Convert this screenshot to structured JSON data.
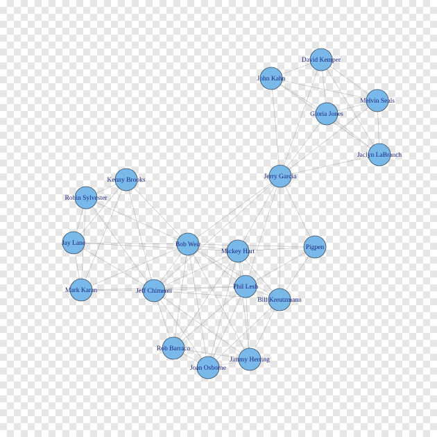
{
  "colors": {
    "node_fill": "#79b9ea",
    "label": "#1a237e",
    "edge": "#9a9a9a"
  },
  "nodes": [
    {
      "id": "david",
      "label": "David Kemper"
    },
    {
      "id": "kahn",
      "label": "John Kahn"
    },
    {
      "id": "seals",
      "label": "Melvin Seals"
    },
    {
      "id": "gloria",
      "label": "Gloria Jones"
    },
    {
      "id": "jaclyn",
      "label": "Jaclyn LaBranch"
    },
    {
      "id": "jerry",
      "label": "Jerry Garcia"
    },
    {
      "id": "kenny",
      "label": "Kenny Brooks"
    },
    {
      "id": "robin",
      "label": "Robin Sylvester"
    },
    {
      "id": "jay",
      "label": "Jay Lane"
    },
    {
      "id": "bobweir",
      "label": "Bob Weir"
    },
    {
      "id": "mickey",
      "label": "Mickey Hart"
    },
    {
      "id": "pigpen",
      "label": "Pigpen"
    },
    {
      "id": "karan",
      "label": "Mark Karan"
    },
    {
      "id": "chimenti",
      "label": "Jeff Chimenti"
    },
    {
      "id": "phil",
      "label": "Phil Lesh"
    },
    {
      "id": "billk",
      "label": "Bill Kreutzmann"
    },
    {
      "id": "barraco",
      "label": "Rob Barraco"
    },
    {
      "id": "herring",
      "label": "Jimmy Herring"
    },
    {
      "id": "osborne",
      "label": "Joan Osborne"
    }
  ],
  "edges": [
    [
      "david",
      "kahn"
    ],
    [
      "david",
      "seals"
    ],
    [
      "david",
      "gloria"
    ],
    [
      "david",
      "jaclyn"
    ],
    [
      "david",
      "jerry"
    ],
    [
      "kahn",
      "seals"
    ],
    [
      "kahn",
      "gloria"
    ],
    [
      "kahn",
      "jerry"
    ],
    [
      "kahn",
      "jaclyn"
    ],
    [
      "seals",
      "gloria"
    ],
    [
      "seals",
      "jaclyn"
    ],
    [
      "seals",
      "jerry"
    ],
    [
      "gloria",
      "jaclyn"
    ],
    [
      "gloria",
      "jerry"
    ],
    [
      "jaclyn",
      "jerry"
    ],
    [
      "jerry",
      "bobweir"
    ],
    [
      "jerry",
      "mickey"
    ],
    [
      "jerry",
      "phil"
    ],
    [
      "jerry",
      "billk"
    ],
    [
      "jerry",
      "pigpen"
    ],
    [
      "jerry",
      "chimenti"
    ],
    [
      "kenny",
      "robin"
    ],
    [
      "kenny",
      "jay"
    ],
    [
      "kenny",
      "karan"
    ],
    [
      "kenny",
      "bobweir"
    ],
    [
      "kenny",
      "chimenti"
    ],
    [
      "robin",
      "jay"
    ],
    [
      "robin",
      "karan"
    ],
    [
      "robin",
      "bobweir"
    ],
    [
      "robin",
      "chimenti"
    ],
    [
      "jay",
      "karan"
    ],
    [
      "jay",
      "bobweir"
    ],
    [
      "jay",
      "chimenti"
    ],
    [
      "jay",
      "mickey"
    ],
    [
      "karan",
      "bobweir"
    ],
    [
      "karan",
      "chimenti"
    ],
    [
      "karan",
      "phil"
    ],
    [
      "bobweir",
      "mickey"
    ],
    [
      "bobweir",
      "phil"
    ],
    [
      "bobweir",
      "billk"
    ],
    [
      "bobweir",
      "pigpen"
    ],
    [
      "bobweir",
      "chimenti"
    ],
    [
      "bobweir",
      "barraco"
    ],
    [
      "bobweir",
      "herring"
    ],
    [
      "bobweir",
      "osborne"
    ],
    [
      "mickey",
      "phil"
    ],
    [
      "mickey",
      "billk"
    ],
    [
      "mickey",
      "pigpen"
    ],
    [
      "mickey",
      "chimenti"
    ],
    [
      "mickey",
      "barraco"
    ],
    [
      "mickey",
      "herring"
    ],
    [
      "mickey",
      "osborne"
    ],
    [
      "pigpen",
      "phil"
    ],
    [
      "pigpen",
      "billk"
    ],
    [
      "phil",
      "billk"
    ],
    [
      "phil",
      "chimenti"
    ],
    [
      "phil",
      "barraco"
    ],
    [
      "phil",
      "herring"
    ],
    [
      "phil",
      "osborne"
    ],
    [
      "billk",
      "chimenti"
    ],
    [
      "billk",
      "herring"
    ],
    [
      "billk",
      "osborne"
    ],
    [
      "chimenti",
      "barraco"
    ],
    [
      "chimenti",
      "osborne"
    ],
    [
      "chimenti",
      "herring"
    ],
    [
      "barraco",
      "osborne"
    ],
    [
      "barraco",
      "herring"
    ],
    [
      "osborne",
      "herring"
    ]
  ]
}
